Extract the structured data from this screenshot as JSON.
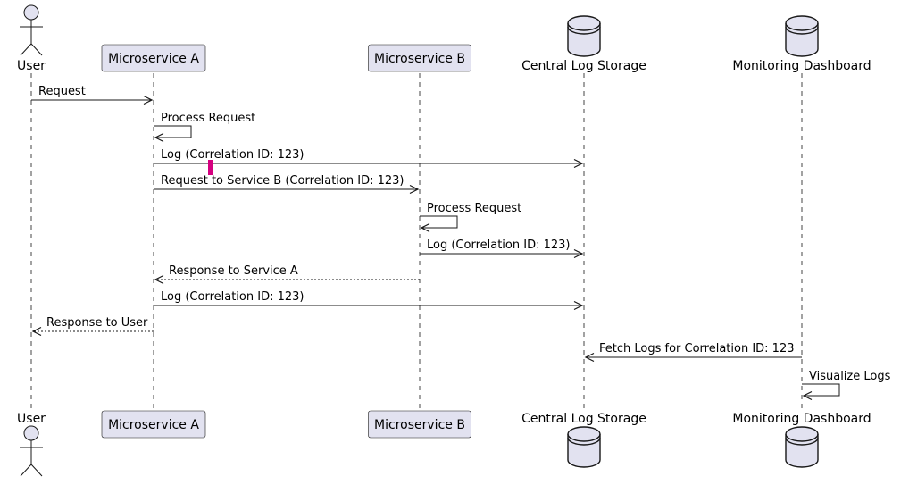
{
  "participants": [
    {
      "id": "user",
      "label": "User",
      "kind": "actor"
    },
    {
      "id": "msa",
      "label": "Microservice A",
      "kind": "participant"
    },
    {
      "id": "msb",
      "label": "Microservice B",
      "kind": "participant"
    },
    {
      "id": "cls",
      "label": "Central Log Storage",
      "kind": "database"
    },
    {
      "id": "dash",
      "label": "Monitoring Dashboard",
      "kind": "database"
    }
  ],
  "messages": [
    {
      "from": "user",
      "to": "msa",
      "label": "Request",
      "style": "solid"
    },
    {
      "from": "msa",
      "to": "msa",
      "label": "Process Request",
      "style": "solid"
    },
    {
      "from": "msa",
      "to": "cls",
      "label": "Log (Correlation ID: 123)",
      "style": "solid"
    },
    {
      "from": "msa",
      "to": "msb",
      "label": "Request to Service B (Correlation ID: 123)",
      "style": "solid"
    },
    {
      "from": "msb",
      "to": "msb",
      "label": "Process Request",
      "style": "solid"
    },
    {
      "from": "msb",
      "to": "cls",
      "label": "Log (Correlation ID: 123)",
      "style": "solid"
    },
    {
      "from": "msb",
      "to": "msa",
      "label": "Response to Service A",
      "style": "dashed"
    },
    {
      "from": "msa",
      "to": "cls",
      "label": "Log (Correlation ID: 123)",
      "style": "solid"
    },
    {
      "from": "msa",
      "to": "user",
      "label": "Response to User",
      "style": "dashed"
    },
    {
      "from": "dash",
      "to": "cls",
      "label": "Fetch Logs for Correlation ID: 123",
      "style": "solid"
    },
    {
      "from": "dash",
      "to": "dash",
      "label": "Visualize Logs",
      "style": "solid"
    }
  ],
  "colors": {
    "participant_fill": "#E2E2F0",
    "participant_border": "#181818",
    "lifeline": "#181818",
    "arrow": "#181818",
    "marker": "#D5007F"
  }
}
